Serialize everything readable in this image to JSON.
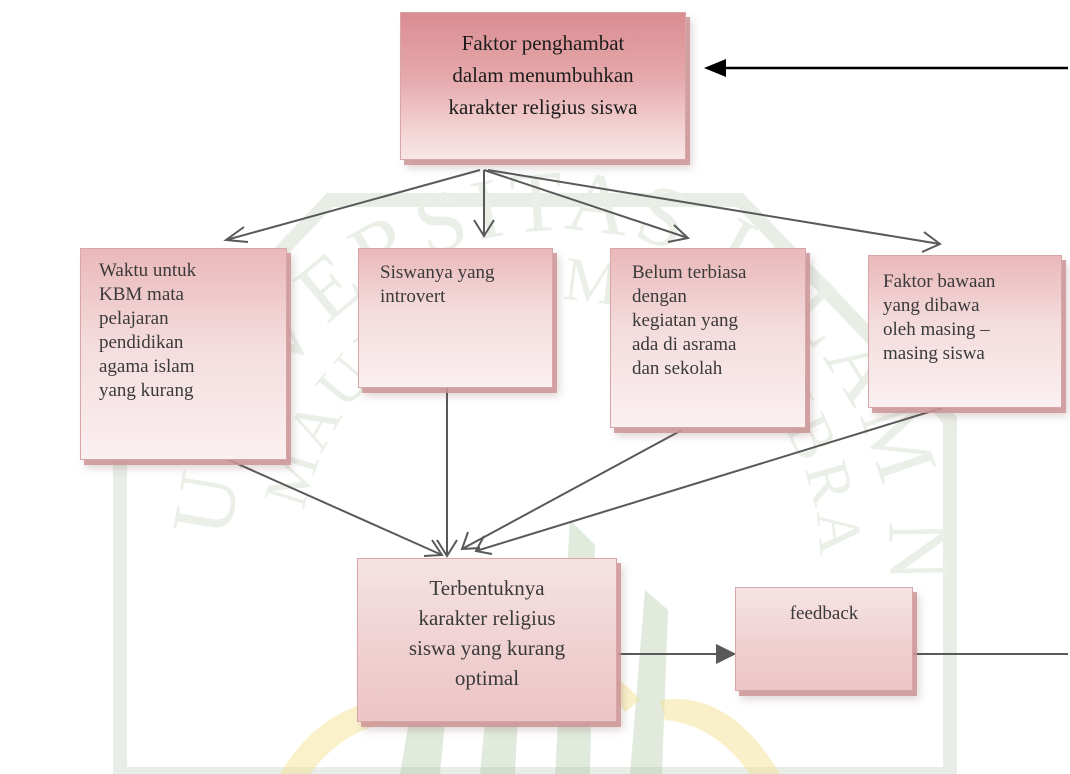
{
  "diagram": {
    "top_box": {
      "text": "Faktor penghambat\ndalam menumbuhkan\nkarakter religius siswa"
    },
    "factors": [
      {
        "text": "Waktu untuk\nKBM mata\npelajaran\npendidikan\nagama islam\nyang kurang"
      },
      {
        "text": "Siswanya  yang\nintrovert"
      },
      {
        "text": "Belum terbiasa\ndengan\nkegiatan yang\nada di asrama\ndan  sekolah"
      },
      {
        "text": "Faktor  bawaan\nyang    dibawa\noleh masing –\nmasing siswa"
      }
    ],
    "result_box": {
      "text": "Terbentuknya\nkarakter religius\nsiswa  yang kurang\noptimal"
    },
    "feedback_box": {
      "text": "feedback"
    }
  },
  "watermark": {
    "color": "#b9cdb4",
    "accent_color": "#f3e08a"
  }
}
